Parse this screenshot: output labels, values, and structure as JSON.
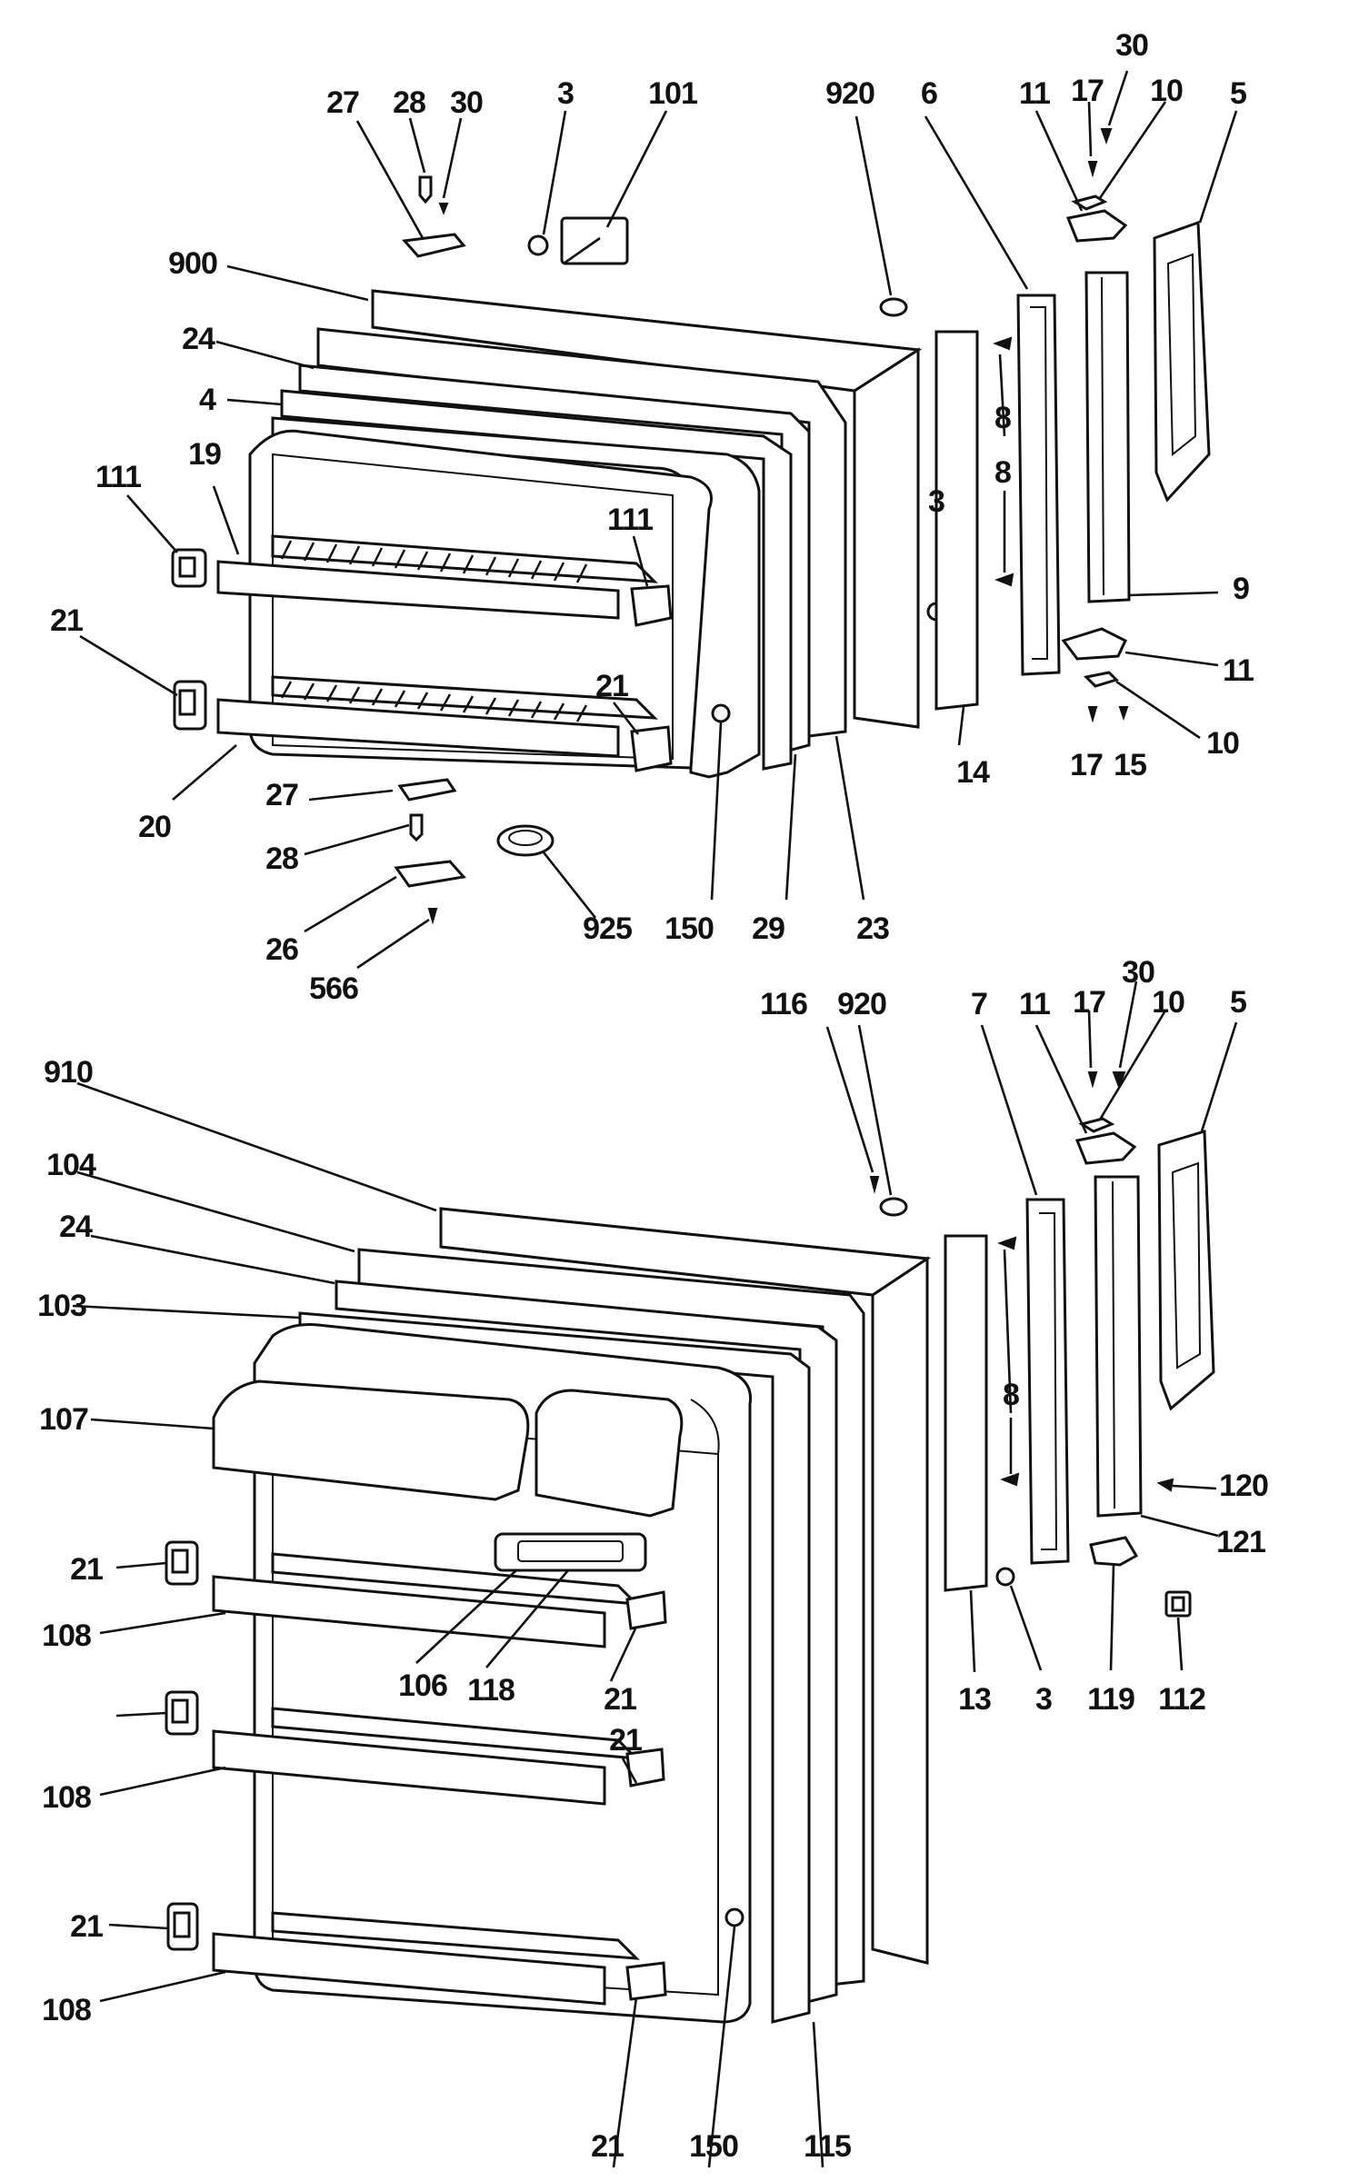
{
  "diagram": {
    "colors": {
      "ink": "#111111",
      "paper": "#ffffff"
    },
    "callouts": {
      "freezer": [
        "27",
        "28",
        "30",
        "3",
        "101",
        "920",
        "6",
        "11",
        "17",
        "30",
        "10",
        "5",
        "900",
        "24",
        "4",
        "111",
        "19",
        "111",
        "21",
        "21",
        "20",
        "3",
        "8",
        "8",
        "9",
        "11",
        "10",
        "17",
        "15",
        "14",
        "150",
        "29",
        "23",
        "27",
        "28",
        "26",
        "566",
        "925"
      ],
      "fresh_food": [
        "116",
        "920",
        "7",
        "11",
        "17",
        "30",
        "10",
        "5",
        "910",
        "104",
        "24",
        "103",
        "107",
        "21",
        "108",
        "106",
        "118",
        "21",
        "21",
        "108",
        "21",
        "108",
        "21",
        "150",
        "115",
        "8",
        "120",
        "121",
        "13",
        "3",
        "119",
        "112"
      ]
    }
  }
}
